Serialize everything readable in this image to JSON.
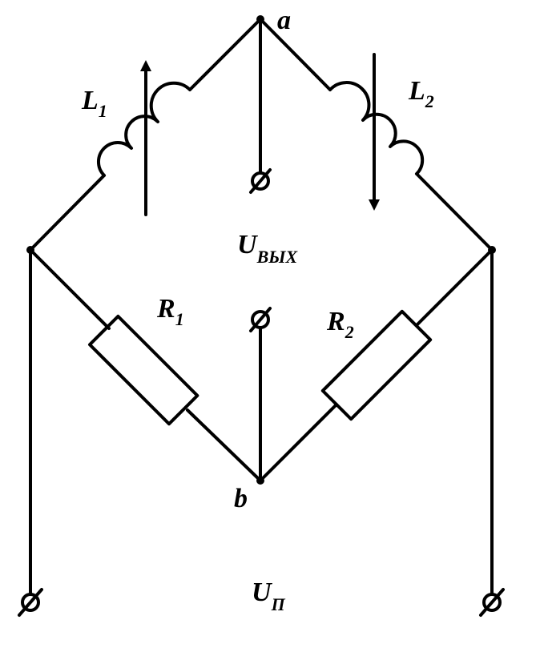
{
  "labels": {
    "node_a": "a",
    "node_b": "b",
    "L1": {
      "main": "L",
      "sub": "1"
    },
    "L2": {
      "main": "L",
      "sub": "2"
    },
    "R1": {
      "main": "R",
      "sub": "1"
    },
    "R2": {
      "main": "R",
      "sub": "2"
    },
    "output_voltage": {
      "main": "U",
      "sub": "ВЫХ"
    },
    "supply_voltage": {
      "main": "U",
      "sub": "П"
    }
  }
}
